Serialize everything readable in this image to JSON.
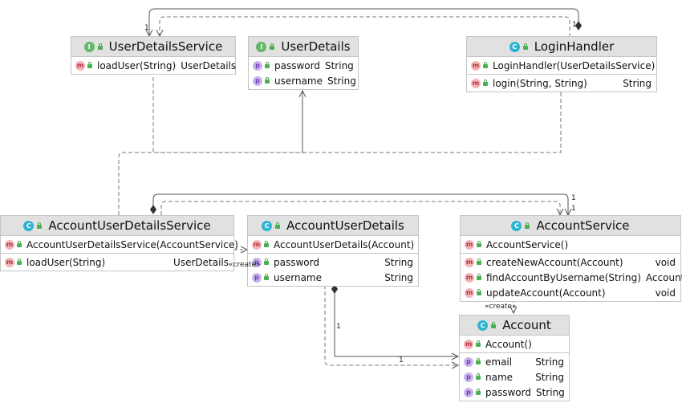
{
  "nodes": [
    {
      "key": "user_details_service",
      "kind": "interface",
      "badge": "I",
      "title": "UserDetailsService",
      "sections": [
        [
          {
            "badge": "m",
            "name": "loadUser(String)",
            "type": "UserDetails"
          }
        ]
      ]
    },
    {
      "key": "user_details",
      "kind": "interface",
      "badge": "I",
      "title": "UserDetails",
      "sections": [
        [
          {
            "badge": "p",
            "name": "password",
            "type": "String"
          },
          {
            "badge": "p",
            "name": "username",
            "type": "String"
          }
        ]
      ]
    },
    {
      "key": "login_handler",
      "kind": "class",
      "badge": "C",
      "title": "LoginHandler",
      "sections": [
        [
          {
            "badge": "m",
            "name": "LoginHandler(UserDetailsService)",
            "type": ""
          }
        ],
        [
          {
            "badge": "m",
            "name": "login(String, String)",
            "type": "String"
          }
        ]
      ]
    },
    {
      "key": "account_user_details_service",
      "kind": "class",
      "badge": "C",
      "title": "AccountUserDetailsService",
      "sections": [
        [
          {
            "badge": "m",
            "name": "AccountUserDetailsService(AccountService)",
            "type": ""
          }
        ],
        [
          {
            "badge": "m",
            "name": "loadUser(String)",
            "type": "UserDetails"
          }
        ]
      ]
    },
    {
      "key": "account_user_details",
      "kind": "class",
      "badge": "C",
      "title": "AccountUserDetails",
      "sections": [
        [
          {
            "badge": "m",
            "name": "AccountUserDetails(Account)",
            "type": ""
          }
        ],
        [
          {
            "badge": "p",
            "name": "password",
            "type": "String"
          },
          {
            "badge": "p",
            "name": "username",
            "type": "String"
          }
        ]
      ]
    },
    {
      "key": "account_service",
      "kind": "class",
      "badge": "C",
      "title": "AccountService",
      "sections": [
        [
          {
            "badge": "m",
            "name": "AccountService()",
            "type": ""
          }
        ],
        [
          {
            "badge": "m",
            "name": "createNewAccount(Account)",
            "type": "void"
          },
          {
            "badge": "m",
            "name": "findAccountByUsername(String)",
            "type": "Account"
          },
          {
            "badge": "m",
            "name": "updateAccount(Account)",
            "type": "void"
          }
        ]
      ]
    },
    {
      "key": "account",
      "kind": "class",
      "badge": "C",
      "title": "Account",
      "sections": [
        [
          {
            "badge": "m",
            "name": "Account()",
            "type": ""
          }
        ],
        [
          {
            "badge": "p",
            "name": "email",
            "type": "String"
          },
          {
            "badge": "p",
            "name": "name",
            "type": "String"
          },
          {
            "badge": "p",
            "name": "password",
            "type": "String"
          }
        ]
      ]
    }
  ],
  "edge_labels": {
    "mult_login_service": "1",
    "mult_login_target": "1",
    "mult_aus_service_a": "1",
    "mult_aus_service_b": "1",
    "mult_aud_account": "1",
    "mult_aud_account_target": "1",
    "stereo_create_aud": "«create»",
    "stereo_create_account": "«create»"
  },
  "colors": {
    "header": "#e1e1e1",
    "border": "#c4c4c4",
    "edge": "#555555",
    "method_badge": "#f3b4b8",
    "property_badge": "#c9b3ef",
    "class_badge": "#2fb3d5",
    "interface_badge": "#65b86a",
    "visibility_lock": "#4caf50"
  }
}
